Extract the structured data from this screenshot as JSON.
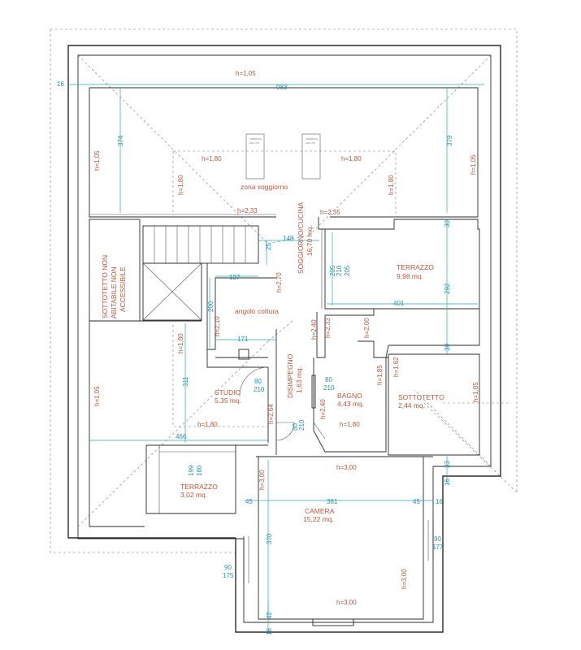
{
  "rooms": {
    "zona_soggiorno": "zona soggiorno",
    "soggiorno_cucina": "SOGGIORNO/CUCINA",
    "soggiorno_area": "16,70 mq.",
    "terrazzo_east": "TERRAZZO",
    "terrazzo_east_area": "9,98 mq.",
    "sottotetto_left_1": "SOTTOTETTO NON",
    "sottotetto_left_2": "ABITABILE NON",
    "sottotetto_left_3": "ACCESSIBILE",
    "angolo_cottura": "angolo cottura",
    "studio": "STUDIO",
    "studio_area": "5,35 mq.",
    "disimpegno": "DISIMPEGNO",
    "disimpegno_area": "1,63 mq.",
    "bagno": "BAGNO",
    "bagno_area": "4,43 mq.",
    "sottotetto_right": "SOTTOTETTO",
    "sottotetto_right_area": "2,44 mq.",
    "terrazzo_south": "TERRAZZO",
    "terrazzo_south_area": "3,02 mq.",
    "camera": "CAMERA",
    "camera_area": "15,22 mq."
  },
  "heights": {
    "top": "h=1,05",
    "left_top": "h=1,05",
    "right_top": "h=1,05",
    "inner_left_180": "h=1,80",
    "inner_top_180_left": "h=1,80",
    "inner_top_180_right": "h=1,80",
    "inner_right_180": "h=1,80",
    "stair_233": "h=2,33",
    "center_235": "h=2,35",
    "center_270": "h=2,70",
    "kitchen_210": "h=2,10",
    "studio_180": "h=1,80",
    "studio_264": "h=2,64",
    "left_bottom": "h=1,05",
    "bottom_180_left": "h=1,80",
    "disp_240_top": "h=2,40",
    "disp_233": "h=2,33",
    "disp_240_bottom": "h=2,40",
    "bagno_200": "h=2,00",
    "bagno_185": "h=1,85",
    "bagno_162": "h=1,62",
    "bagno_180": "h=1,80",
    "right_bottom": "h=1,05",
    "camera_top": "h=3,00",
    "camera_left": "h=3,00",
    "camera_right": "h=3,00",
    "camera_bottom": "h=3,00"
  },
  "dims": {
    "d16_top": "16",
    "d983": "983",
    "d374": "374",
    "d379": "379",
    "d148": "148",
    "d25": "25",
    "d127": "127",
    "d205a": "205",
    "d210a": "210",
    "d205b": "205",
    "d30a": "30",
    "d292": "292",
    "d401": "401",
    "d30b": "30",
    "d200": "200",
    "d171": "171",
    "d311": "311",
    "d80a": "80",
    "d210b": "210",
    "d80b": "80",
    "d210c": "210",
    "d80c": "80",
    "d210d": "210",
    "d466": "466",
    "d199": "199",
    "d180": "180",
    "d33": "33",
    "d16_right": "16",
    "d45a": "45",
    "d381": "381",
    "d45b": "45",
    "d16_camera": "16",
    "d370": "370",
    "d90a": "90",
    "d177": "177",
    "d90b": "90",
    "d175": "175",
    "d42": "42",
    "d16_bottom": "16"
  },
  "window_labels": {
    "w1": "FINESTRA",
    "w1b": "100 x 50",
    "w2": "FINESTRA",
    "w2b": "100 x 50"
  }
}
